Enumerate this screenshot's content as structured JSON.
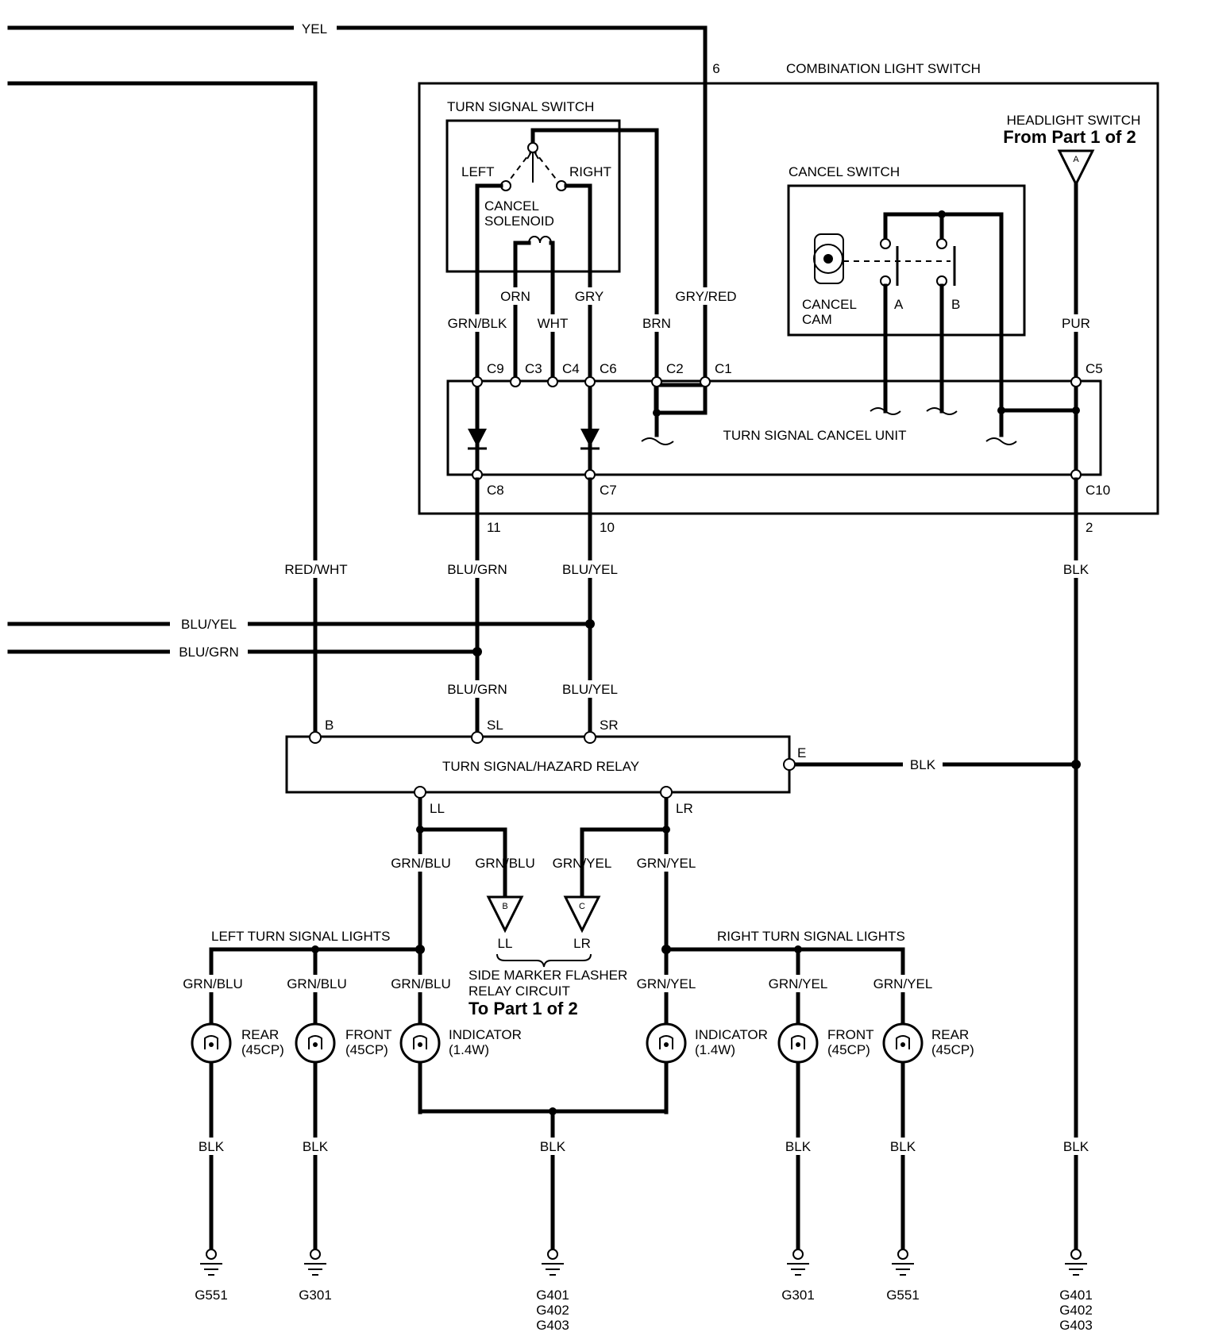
{
  "combination_switch": {
    "title": "COMBINATION LIGHT SWITCH",
    "pin_top": "6",
    "turn_signal_switch": {
      "title": "TURN SIGNAL SWITCH",
      "left": "LEFT",
      "right": "RIGHT",
      "solenoid_line1": "CANCEL",
      "solenoid_line2": "SOLENOID"
    },
    "cancel_switch": {
      "title": "CANCEL SWITCH",
      "cam_line1": "CANCEL",
      "cam_line2": "CAM",
      "contact_a": "A",
      "contact_b": "B"
    },
    "headlight_switch": {
      "title": "HEADLIGHT SWITCH",
      "ref": "From Part 1 of 2",
      "connector": "A"
    },
    "cancel_unit": "TURN SIGNAL CANCEL UNIT",
    "pins": {
      "c9": "C9",
      "c3": "C3",
      "c4": "C4",
      "c6": "C6",
      "c2": "C2",
      "c1": "C1",
      "c5": "C5",
      "c8": "C8",
      "c7": "C7",
      "c10": "C10",
      "p11": "11",
      "p10": "10",
      "p2": "2"
    }
  },
  "wires": {
    "yel": "YEL",
    "orn": "ORN",
    "gry": "GRY",
    "gry_red": "GRY/RED",
    "grn_blk": "GRN/BLK",
    "wht": "WHT",
    "brn": "BRN",
    "pur": "PUR",
    "red_wht": "RED/WHT",
    "blu_grn": "BLU/GRN",
    "blu_yel": "BLU/YEL",
    "blk": "BLK",
    "grn_blu": "GRN/BLU",
    "grn_yel": "GRN/YEL"
  },
  "relay": {
    "title": "TURN SIGNAL/HAZARD RELAY",
    "pin_b": "B",
    "pin_sl": "SL",
    "pin_sr": "SR",
    "pin_e": "E",
    "pin_ll": "LL",
    "pin_lr": "LR"
  },
  "side_marker": {
    "connector_b": "B",
    "connector_c": "C",
    "ll": "LL",
    "lr": "LR",
    "line1": "SIDE MARKER FLASHER",
    "line2": "RELAY CIRCUIT",
    "ref": "To Part 1 of 2"
  },
  "left_lights": {
    "title": "LEFT TURN SIGNAL LIGHTS",
    "rear_line1": "REAR",
    "rear_line2": "(45CP)",
    "front_line1": "FRONT",
    "front_line2": "(45CP)",
    "ind_line1": "INDICATOR",
    "ind_line2": "(1.4W)"
  },
  "right_lights": {
    "title": "RIGHT TURN SIGNAL LIGHTS",
    "ind_line1": "INDICATOR",
    "ind_line2": "(1.4W)",
    "front_line1": "FRONT",
    "front_line2": "(45CP)",
    "rear_line1": "REAR",
    "rear_line2": "(45CP)"
  },
  "grounds": {
    "g551": "G551",
    "g301": "G301",
    "g401": "G401",
    "g402": "G402",
    "g403": "G403"
  }
}
